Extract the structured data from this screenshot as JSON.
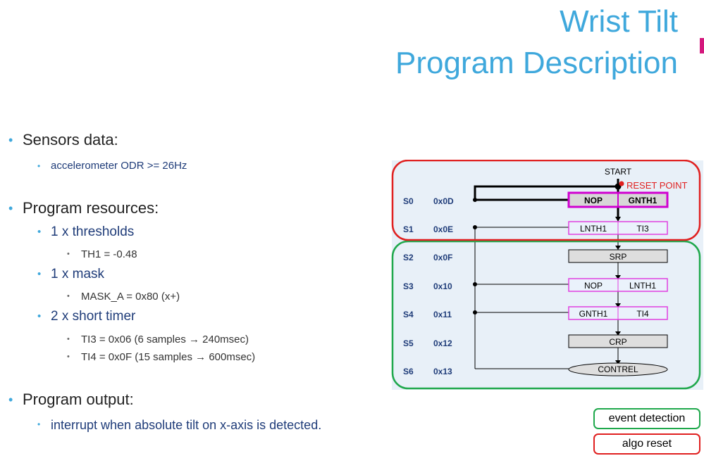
{
  "title": {
    "line1": "Wrist Tilt",
    "line2": "Program Description"
  },
  "bullets": {
    "sensors": {
      "label": "Sensors data:",
      "items": [
        "accelerometer ODR >= 26Hz"
      ]
    },
    "resources": {
      "label": "Program resources:",
      "thresholds": {
        "label": "1 x thresholds",
        "items": [
          "TH1 = -0.48"
        ]
      },
      "mask": {
        "label": "1 x mask",
        "items": [
          "MASK_A = 0x80 (x+)"
        ]
      },
      "timer": {
        "label": "2 x short timer",
        "items": [
          "TI3 = 0x06 (6 samples → 240msec)",
          "TI4 = 0x0F (15 samples → 600msec)"
        ]
      }
    },
    "output": {
      "label": "Program output:",
      "items": [
        "interrupt when absolute tilt on x-axis is detected."
      ]
    }
  },
  "diagram": {
    "start": "START",
    "reset_point": "RESET POINT",
    "rows": [
      {
        "state": "S0",
        "addr": "0x0D",
        "left": "NOP",
        "right": "GNTH1"
      },
      {
        "state": "S1",
        "addr": "0x0E",
        "left": "LNTH1",
        "right": "TI3"
      },
      {
        "state": "S2",
        "addr": "0x0F",
        "single": "SRP"
      },
      {
        "state": "S3",
        "addr": "0x10",
        "left": "NOP",
        "right": "LNTH1"
      },
      {
        "state": "S4",
        "addr": "0x11",
        "left": "GNTH1",
        "right": "TI4"
      },
      {
        "state": "S5",
        "addr": "0x12",
        "single": "CRP"
      },
      {
        "state": "S6",
        "addr": "0x13",
        "single": "CONTREL"
      }
    ]
  },
  "legend": {
    "event_detection": "event detection",
    "algo_reset": "algo reset"
  },
  "colors": {
    "title": "#3fa8dc",
    "accent": "#d4187d",
    "event_detection_border": "#1fa84c",
    "algo_reset_border": "#e02020",
    "reset_point": "#e02020",
    "highlight_box": "#d000d0",
    "condition_box": "#e040e0",
    "state_label": "#1f3c79",
    "diagram_bg": "#e8f0f8"
  }
}
